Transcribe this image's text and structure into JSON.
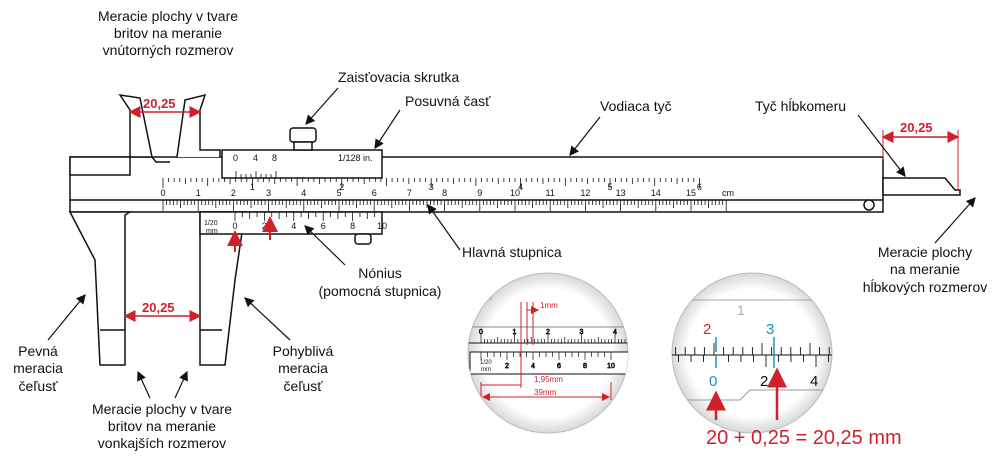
{
  "labels": {
    "inner_jaws": [
      "Meracie plochy v tvare",
      "britov na meranie",
      "vnútorných rozmerov"
    ],
    "lock_screw": "Zaisťovacia skrutka",
    "slider": "Posuvná časť",
    "beam": "Vodiaca tyč",
    "depth_rod": "Tyč hĺbkomeru",
    "depth_faces": [
      "Meracie plochy",
      "na meranie",
      "hĺbkových rozmerov"
    ],
    "main_scale": "Hlavná stupnica",
    "vernier": [
      "Nónius",
      "(pomocná stupnica)"
    ],
    "fixed_jaw": [
      "Pevná",
      "meracia",
      "čeľusť"
    ],
    "moving_jaw": [
      "Pohyblivá",
      "meracia",
      "čeľusť"
    ],
    "outer_jaws": [
      "Meracie plochy v tvare",
      "britov na meranie",
      "vonkajších rozmerov"
    ]
  },
  "measurement_value": "20,25",
  "scales": {
    "inch_fraction": "1/128 in.",
    "inch_vernier_ticks": [
      "0",
      "4",
      "8"
    ],
    "vernier_fraction": "1/20",
    "vernier_unit": "mm",
    "cm_unit": "cm",
    "cm_ticks": [
      "0",
      "1",
      "2",
      "3",
      "4",
      "5",
      "6",
      "7",
      "8",
      "9",
      "10",
      "11",
      "12",
      "13",
      "14",
      "15"
    ],
    "inch_ticks": [
      "1",
      "2",
      "3",
      "4",
      "5",
      "6"
    ],
    "vernier_ticks": [
      "0",
      "2",
      "4",
      "6",
      "8",
      "10"
    ]
  },
  "zoom_left": {
    "mm_label": "1mm",
    "offset_label": "1,95mm",
    "total_label": "39mm",
    "main_ticks": [
      "0",
      "1",
      "2",
      "3",
      "4"
    ],
    "vernier_ticks": [
      "0",
      "2",
      "4",
      "6",
      "8",
      "10"
    ],
    "fraction": "1/20",
    "unit": "mm"
  },
  "zoom_right": {
    "mark_left": "2",
    "mark_right": "3",
    "vernier_zero": "0",
    "vernier_two": "2",
    "vernier_four": "4",
    "top_digit": "1",
    "formula": "20 + 0,25 = 20,25 mm"
  },
  "colors": {
    "accent_red": "#d0212b",
    "accent_blue": "#1a8fc9"
  }
}
